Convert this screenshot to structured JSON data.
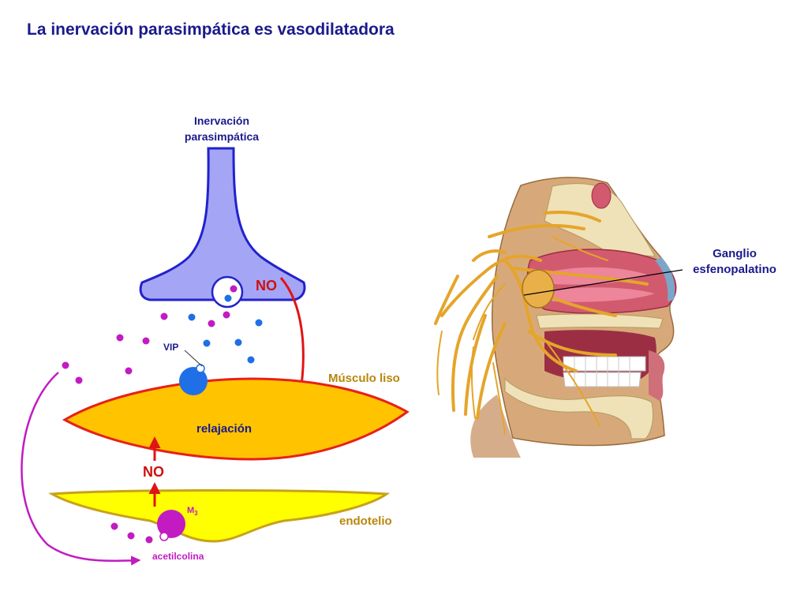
{
  "title": "La inervación parasimpática es vasodilatadora",
  "labels": {
    "nerve_line1": "Inervación",
    "nerve_line2": "parasimpática",
    "no_top": "NO",
    "no_bottom": "NO",
    "vip": "VIP",
    "smooth_muscle": "Músculo liso",
    "relaxation": "relajación",
    "m3": "M",
    "m3_sub": "3",
    "endothelium": "endotelio",
    "acetylcholine": "acetilcolina",
    "ganglion_line1": "Ganglio",
    "ganglion_line2": "esfenopalatino"
  },
  "colors": {
    "title": "#1a1a8c",
    "nerve_fill": "#a5a5f5",
    "nerve_stroke": "#2222cc",
    "vip_dot": "#1f6fe6",
    "ach_dot": "#c21bc2",
    "no_text": "#cc1111",
    "arrow_red": "#e01414",
    "muscle_fill": "#ffc300",
    "muscle_stroke": "#e8201a",
    "endothelium_fill": "#ffff00",
    "endothelium_stroke": "#c8a21a",
    "label_gold": "#b8860b",
    "label_dark_blue": "#1a1a8c",
    "nerve_gold": "#e5a52a"
  }
}
